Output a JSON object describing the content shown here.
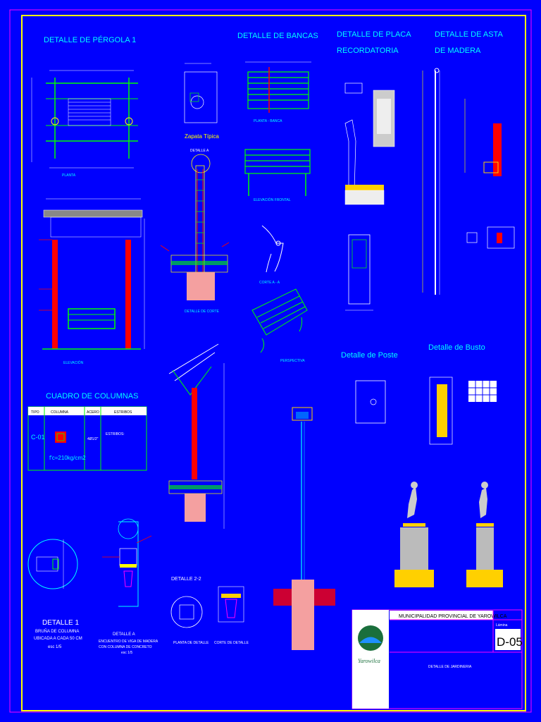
{
  "sections": {
    "pergola_title": "DETALLE DE PÉRGOLA 1",
    "bancas_title": "DETALLE DE BANCAS",
    "placa_title_1": "DETALLE DE PLACA",
    "placa_title_2": "RECORDATORIA",
    "asta_title_1": "DETALLE DE ASTA",
    "asta_title_2": "DE MADERA",
    "poste_title": "Detalle de Poste",
    "busto_title": "Detalle de Busto",
    "columnas_title": "CUADRO DE COLUMNAS",
    "detalle22_title": "DETALLE 2-2"
  },
  "labels": {
    "planta": "PLANTA",
    "elevacion": "ELEVACIÓN",
    "zapata": "Zapata Típica",
    "detalle_a_top": "DETALLE A",
    "corte_zapata": "DETALLE DE CORTE",
    "planta_banca": "PLANTA - BANCA",
    "elevacion_frontal": "ELEVACIÓN FRONTAL",
    "corte_aa": "CORTE A - A",
    "perspectiva": "PERSPECTIVA"
  },
  "columns_table": {
    "headers": [
      "TIPO",
      "COLUMNA",
      "ACERO",
      "ESTRIBOS"
    ],
    "row": {
      "tipo": "C-01",
      "acero": "4Ø1/2\"",
      "estribos_title": "ESTRIBOS:",
      "fc": "f'c=210kg/cm2"
    }
  },
  "details": {
    "detalle1_title": "DETALLE 1",
    "detalle1_l1": "BRUÑA DE COLUMNA",
    "detalle1_l2": "UBICADA A CADA 50 CM",
    "detalle1_scale": "esc 1/5",
    "detalleA_title": "DETALLE A",
    "detalleA_l1": "ENCUENTRO DE VIGA DE MADERA",
    "detalleA_l2": "CON COLUMNA DE CONCRETO",
    "detalleA_scale": "esc 1/5",
    "planta_detalle": "PLANTA DE DETALLE",
    "corte_detalle": "CORTE DE DETALLE"
  },
  "title_block": {
    "org": "MUNICIPALIDAD PROVINCIAL DE YAROWILCA",
    "sheet_code": "D-05",
    "lamina_label": "Lámina",
    "content": "DETALLE DE JARDINERIA",
    "logo_text": "Yarowilca"
  },
  "colors": {
    "background": "#0000fe",
    "border": "#ffff00",
    "frame": "#00ff00",
    "text": "#00ffff",
    "accent": "#ff0000"
  }
}
